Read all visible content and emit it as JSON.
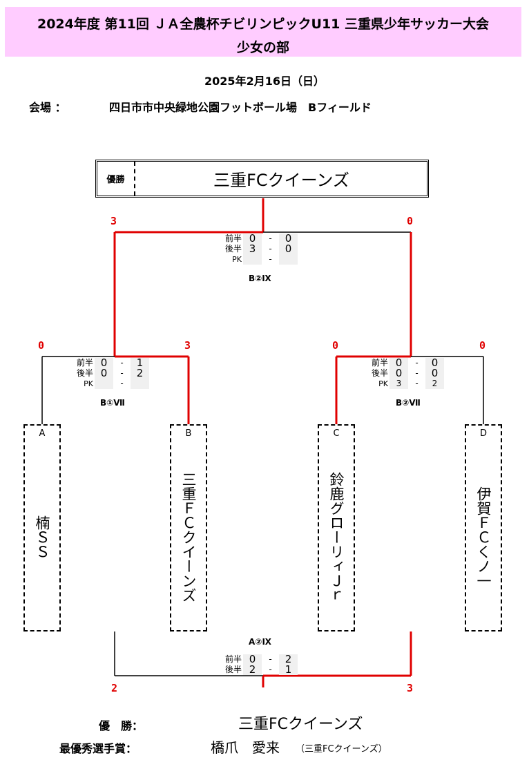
{
  "header": {
    "title": "2024年度 第11回 ＪＡ全農杯チビリンピックU11 三重県少年サッカー大会",
    "subtitle": "少女の部"
  },
  "date": "2025年2月16日（日）",
  "venue": {
    "label": "会場 ：",
    "value": "四日市市中央緑地公園フットボール場　Bフィールド"
  },
  "champion_box": {
    "tag": "優勝",
    "name": "三重FCクイーンズ"
  },
  "final": {
    "label": "B②Ⅸ",
    "left_score": "3",
    "right_score": "0",
    "rows": [
      {
        "label": "前半",
        "left": "0",
        "dash": "-",
        "right": "0"
      },
      {
        "label": "後半",
        "left": "3",
        "dash": "-",
        "right": "0"
      },
      {
        "label": "PK",
        "left": "",
        "dash": "-",
        "right": ""
      }
    ]
  },
  "semi1": {
    "label": "B①Ⅶ",
    "left_score": "0",
    "right_score": "3",
    "rows": [
      {
        "label": "前半",
        "left": "0",
        "dash": "-",
        "right": "1"
      },
      {
        "label": "後半",
        "left": "0",
        "dash": "-",
        "right": "2"
      },
      {
        "label": "PK",
        "left": "",
        "dash": "-",
        "right": ""
      }
    ]
  },
  "semi2": {
    "label": "B②Ⅶ",
    "left_score": "0",
    "right_score": "0",
    "rows": [
      {
        "label": "前半",
        "left": "0",
        "dash": "-",
        "right": "0"
      },
      {
        "label": "後半",
        "left": "0",
        "dash": "-",
        "right": "0"
      },
      {
        "label": "PK",
        "left": "3",
        "dash": "-",
        "right": "2"
      }
    ]
  },
  "third": {
    "label": "A②Ⅸ",
    "left_score": "2",
    "right_score": "3",
    "rows": [
      {
        "label": "前半",
        "left": "0",
        "dash": "-",
        "right": "2"
      },
      {
        "label": "後半",
        "left": "2",
        "dash": "-",
        "right": "1"
      }
    ]
  },
  "teams": [
    {
      "letter": "A",
      "name": "楠ＳＳ"
    },
    {
      "letter": "B",
      "name": "三重ＦＣクイーンズ"
    },
    {
      "letter": "C",
      "name": "鈴鹿グローリィＪｒ"
    },
    {
      "letter": "D",
      "name": "伊賀ＦＣくノ一"
    }
  ],
  "awards": {
    "champion_label": "優　勝：",
    "champion_value": "三重FCクイーンズ",
    "mvp_label": "最優秀選手賞：",
    "mvp_value": "橋爪　愛来",
    "mvp_team": "（三重FCクイーンズ）"
  },
  "colors": {
    "header_bg": "#ffccff",
    "win_line": "#e00000",
    "loss_line": "#000000",
    "score": "#e00000"
  }
}
